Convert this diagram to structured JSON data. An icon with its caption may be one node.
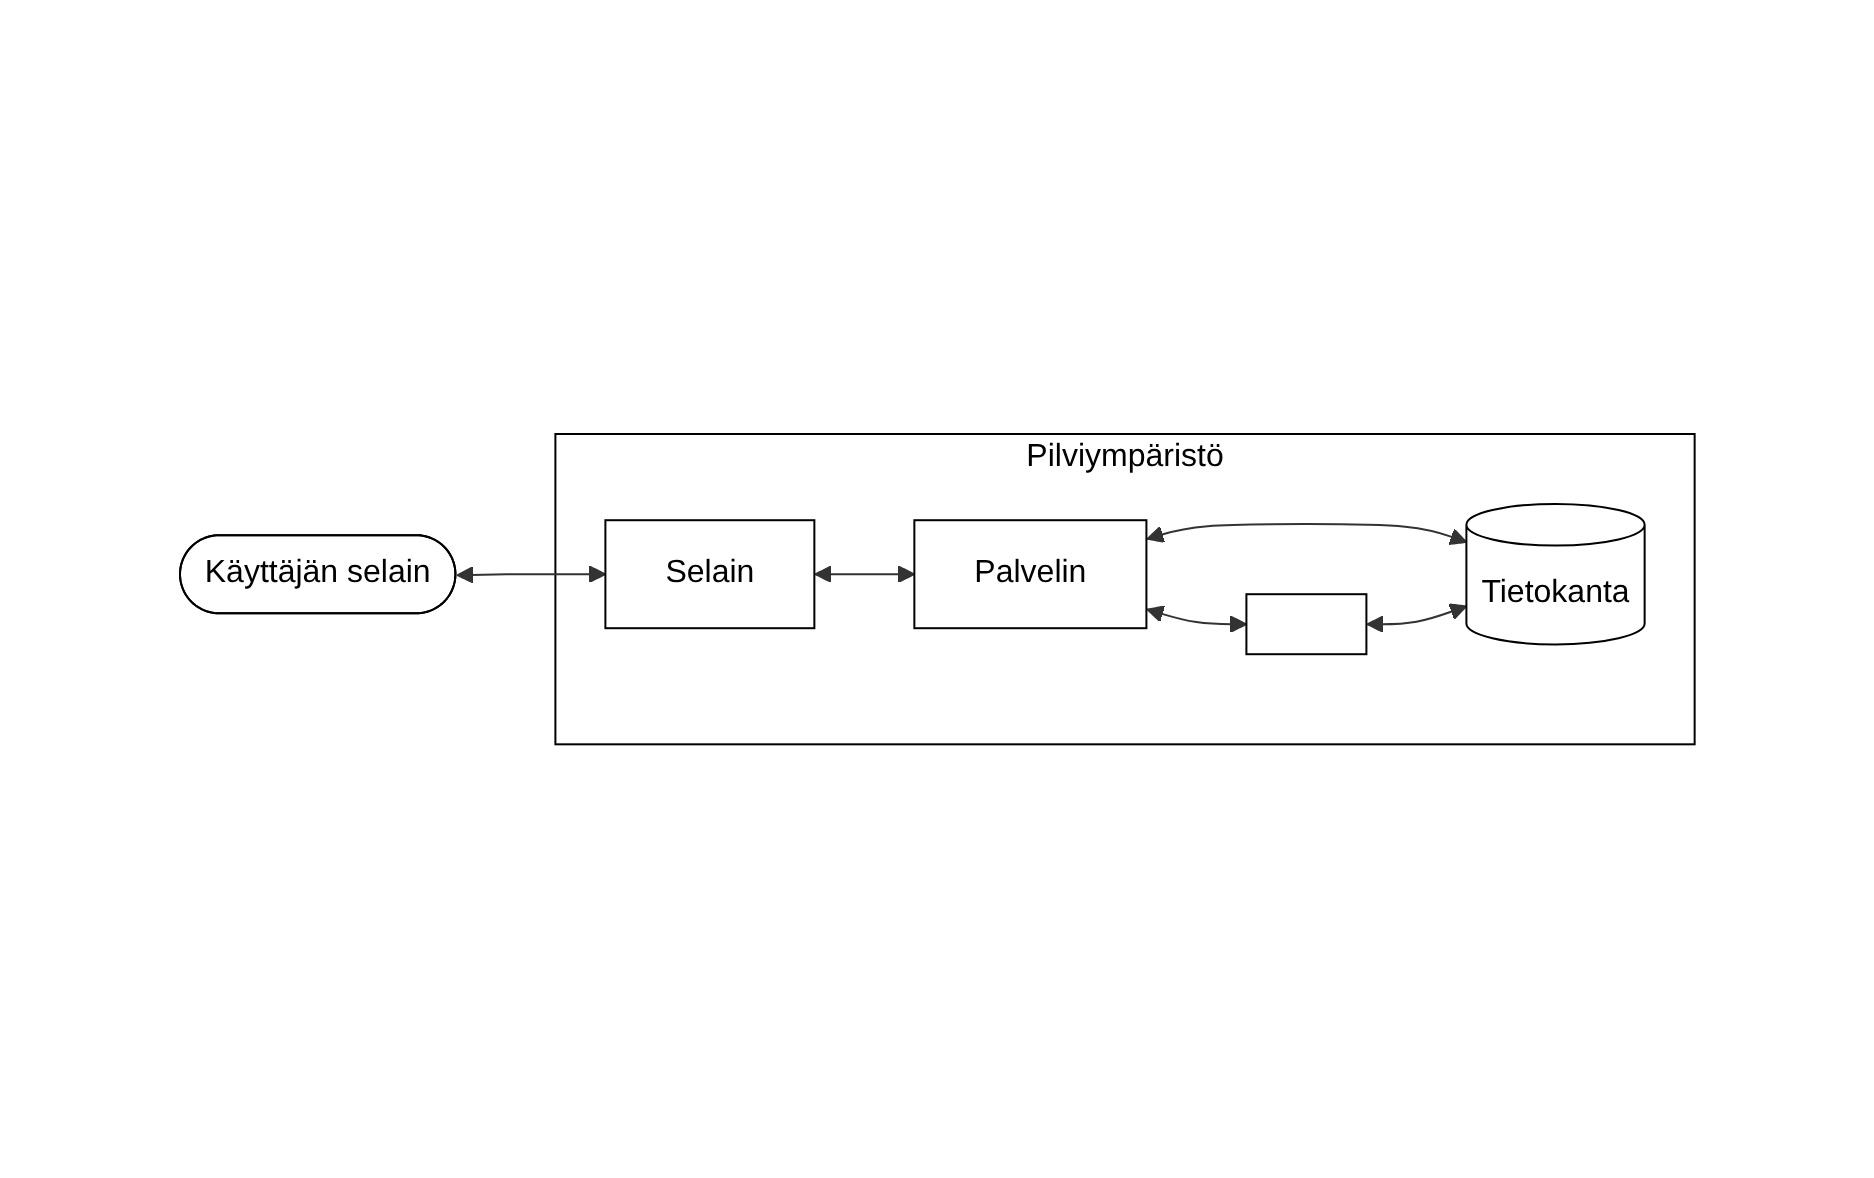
{
  "diagram": {
    "nodes": [
      {
        "text": [
          "Käyttäjän selain"
        ]
      },
      {
        "text": [
          "Pilviympäristö"
        ]
      },
      {
        "text": [
          "Selain"
        ],
        "in": 1
      },
      {
        "text": [
          "Palvelin"
        ],
        "in": 1
      },
      {
        "text": [],
        "shape": "box",
        "in": 1
      },
      {
        "text": [
          "Tietokanta"
        ],
        "in": 1
      }
    ],
    "edges": [
      {
        "from": 0,
        "to": 2,
        "arrow": "both"
      },
      {
        "from": 2,
        "to": 3,
        "arrow": "both"
      },
      {
        "from": 3,
        "to": 5,
        "arrow": "both"
      },
      {
        "from": 3,
        "to": 4,
        "arrow": "both"
      },
      {
        "from": 4,
        "to": 5,
        "arrow": "both"
      }
    ]
  }
}
